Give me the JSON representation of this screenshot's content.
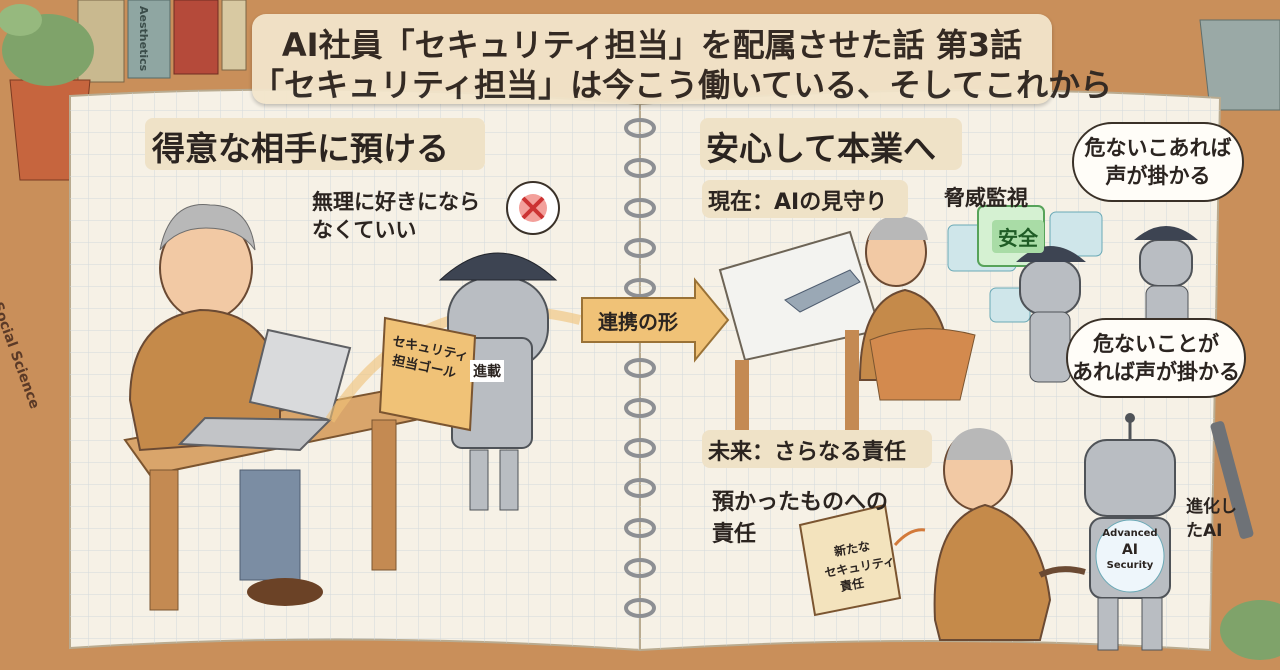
{
  "title": {
    "line1": "AI社員「セキュリティ担当」を配属させた話 第3話",
    "line2": "「セキュリティ担当」は今こう働いている、そしてこれから"
  },
  "left": {
    "heading": "得意な相手に預ける",
    "caption_line1": "無理に好きになら",
    "caption_line2": "なくていい",
    "folder_line1": "セキュリティ",
    "folder_line2": "担当ゴール",
    "robot_badge": "進載"
  },
  "center": {
    "arrow_label": "連携の形"
  },
  "right": {
    "heading": "安心して本業へ",
    "present_label": "現在：AIの見守り",
    "threat_label": "脅威監視",
    "screen_badge": "安全",
    "bubble_top_line1": "危ないこあれば",
    "bubble_top_line2": "声が掛かる",
    "bubble_bottom_line1": "危ないことが",
    "bubble_bottom_line2": "あれば声が掛かる",
    "future_label": "未来：さらなる責任",
    "future_caption_line1": "預かったものへの",
    "future_caption_line2": "責任",
    "scroll_line1": "新たな",
    "scroll_line2": "セキュリティ",
    "scroll_line3": "責任",
    "evolved_line1": "進化し",
    "evolved_line2": "たAI",
    "robot_chest_line1": "Advanced",
    "robot_chest_line2": "AI",
    "robot_chest_line3": "Security"
  },
  "books": [
    "Social Science",
    "Aesthetics"
  ],
  "colors": {
    "desk": "#c98f5a",
    "paper": "#f6f1e6",
    "grid": "#cfd6db",
    "sweater": "#c58a4a",
    "robot": "#b9bdc2",
    "cap": "#3d4452",
    "safe_green": "#7cc27a",
    "arrow": "#f0c277",
    "text": "#2b2420"
  }
}
